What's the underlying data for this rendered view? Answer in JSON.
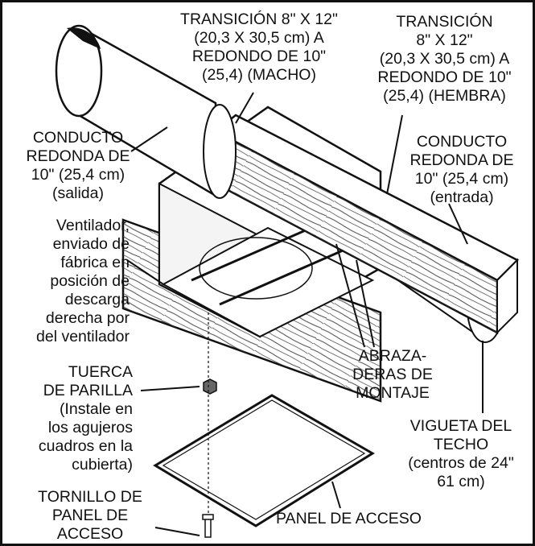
{
  "labels": {
    "transition_male": [
      "TRANSICIÓN 8\" X 12\"",
      "(20,3 X 30,5 cm) A",
      "REDONDO DE 10\"",
      "(25,4) (MACHO)"
    ],
    "transition_female": [
      "TRANSICIÓN",
      "8\" X 12\"",
      "(20,3 X 30,5 cm) A",
      "REDONDO DE 10\"",
      "(25,4) (HEMBRA)"
    ],
    "duct_outlet": [
      "CONDUCTO",
      "REDONDA DE",
      "10\" (25,4 cm)",
      "(salida)"
    ],
    "duct_inlet": [
      "CONDUCTO",
      "REDONDA DE",
      "10\" (25,4 cm)",
      "(entrada)"
    ],
    "fan_note": [
      "Ventilador,",
      "enviado de",
      "fábrica en",
      "posición de",
      "descarga",
      "derecha por",
      "del ventilador"
    ],
    "grille_nut": [
      "TUERCA",
      "DE PARILLA",
      "(Instale en",
      "los agujeros",
      "cuadros en la",
      "cubierta)"
    ],
    "mounting_brackets": [
      "ABRAZA-",
      "DERAS DE",
      "MONTAJE"
    ],
    "ceiling_joist": [
      "VIGUETA DEL",
      "TECHO",
      "(centros de 24\"",
      "61 cm)"
    ],
    "access_panel_screw": [
      "TORNILLO DE",
      "PANEL DE",
      "ACCESO"
    ],
    "access_panel": [
      "PANEL DE ACCESO"
    ]
  },
  "colors": {
    "ink": "#111111",
    "paper": "#ffffff",
    "wood_grain": "#333333"
  }
}
